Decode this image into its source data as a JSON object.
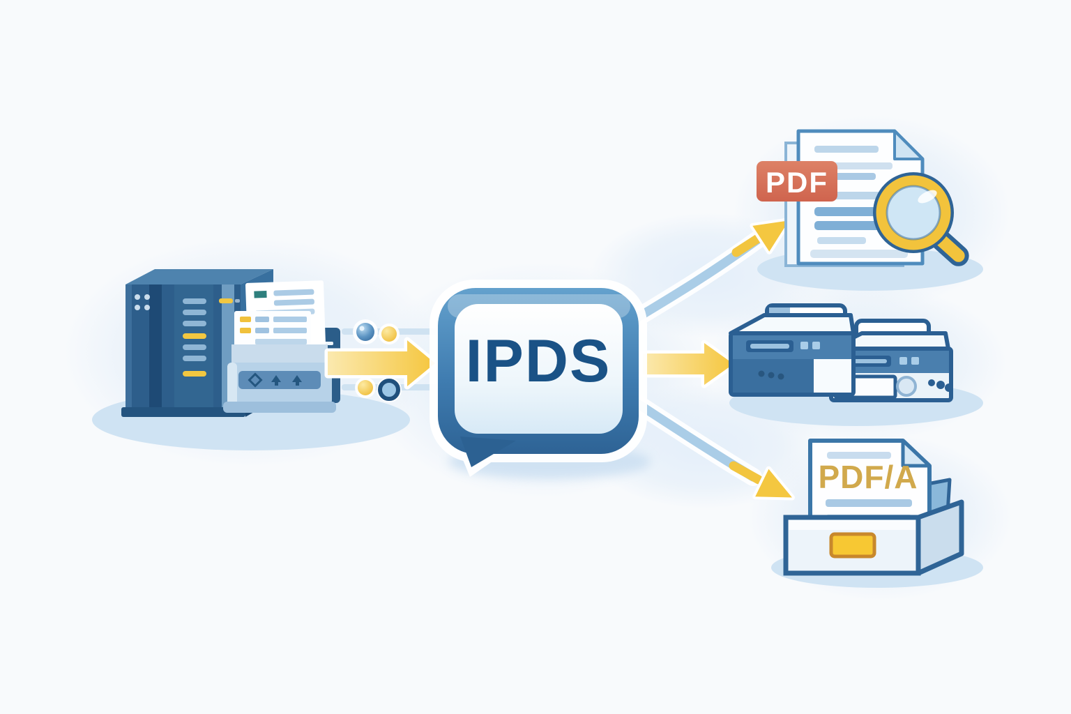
{
  "illustration": {
    "alt": "IPDS print data stream flowing from a host server to PDF, printers and PDF/A archive outputs",
    "background_color": "#f8fafc",
    "palette": {
      "outline_blue": "#2b5f92",
      "server_blue": "#2d5e8b",
      "flow_line_blue": "#aacde7",
      "pale_blob_blue": "#e3eef9",
      "shadow_blue": "#cfe3f3",
      "arrow_yellow": "#f4c740",
      "badge_red": "#d66f58",
      "gold_text": "#d1a94c",
      "ipds_text_blue": "#1a5286"
    },
    "nodes": {
      "source": {
        "icon": "mainframe-server-with-print-spool"
      },
      "hub": {
        "label": "IPDS"
      },
      "output_pdf": {
        "badge_label": "PDF",
        "icon": "pdf-document-with-magnifier"
      },
      "output_print": {
        "icon": "ipds-printer-pair"
      },
      "output_archive": {
        "doc_label": "PDF/A",
        "icon": "archive-box-with-pdfa-document"
      }
    }
  }
}
